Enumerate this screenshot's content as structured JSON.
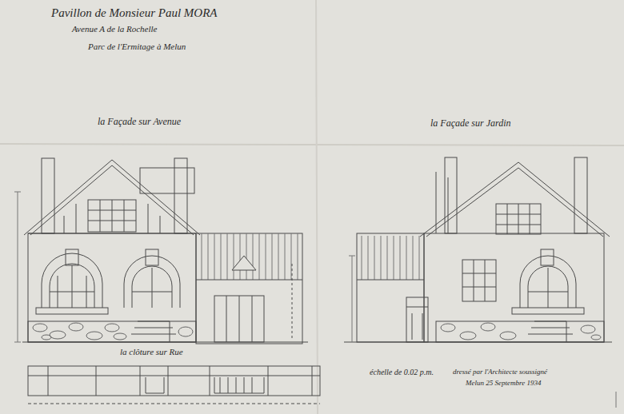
{
  "diagram": {
    "title": "Pavillon de Monsieur Paul MORA",
    "labels": [
      "Avenue A de la Rochelle",
      "Parc de l'Ermitage à Melun",
      "la Façade sur Avenue",
      "la Façade sur Jardin",
      "la clôture sur Rue",
      "échelle de 0.02 p.m.",
      "dressé par l'Architecte soussigné",
      "Melun 25 Septembre 1934"
    ]
  }
}
